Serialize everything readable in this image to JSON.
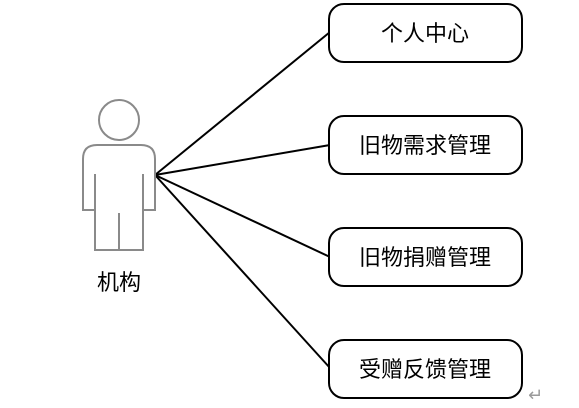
{
  "actor": {
    "label": "机构",
    "icon": "stick-figure-actor"
  },
  "use_cases": [
    {
      "label": "个人中心"
    },
    {
      "label": "旧物需求管理"
    },
    {
      "label": "旧物捐赠管理"
    },
    {
      "label": "受赠反馈管理"
    }
  ],
  "paragraph_mark": "↵",
  "colors": {
    "actor_outline": "#8a8a8a",
    "line": "#000000",
    "box_border": "#000000",
    "text": "#000000"
  }
}
